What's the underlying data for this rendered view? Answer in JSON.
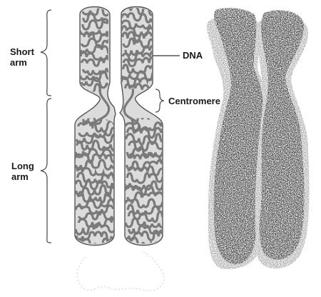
{
  "diagram": {
    "labels": {
      "short_arm": [
        "Short",
        "arm"
      ],
      "long_arm": [
        "Long",
        "arm"
      ],
      "dna": "DNA",
      "centromere": "Centromere"
    },
    "colors": {
      "chromatid_fill": "#dcdcdc",
      "outline": "#555555",
      "dna_strand": "#7a7a7a",
      "micrograph": "#3a3a3a",
      "text": "#1a1a1a"
    }
  }
}
